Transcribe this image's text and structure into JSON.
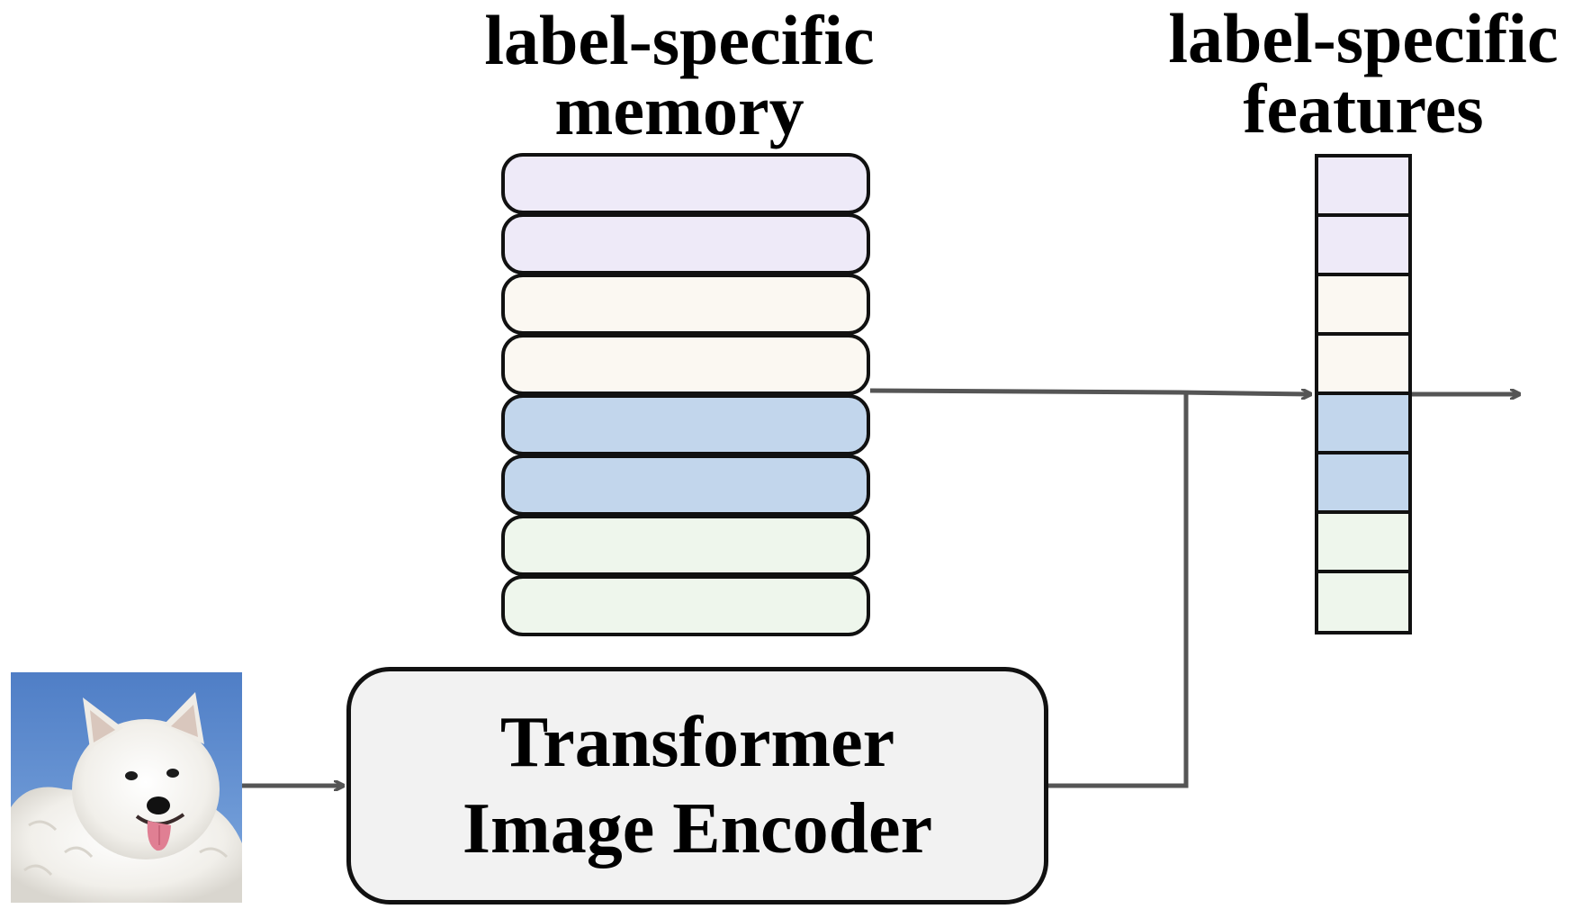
{
  "memory_title": [
    "label-specific",
    "memory"
  ],
  "features_title": [
    "label-specific",
    "features"
  ],
  "encoder_label": [
    "Transformer",
    "Image Encoder"
  ],
  "memory_rows": [
    {
      "color": "#eeeaf8"
    },
    {
      "color": "#eeeaf8"
    },
    {
      "color": "#fbf8f2"
    },
    {
      "color": "#fbf8f2"
    },
    {
      "color": "#c2d6ec"
    },
    {
      "color": "#c2d6ec"
    },
    {
      "color": "#eef6ec"
    },
    {
      "color": "#eef6ec"
    }
  ],
  "feature_cells": [
    {
      "color": "#eeeaf8"
    },
    {
      "color": "#eeeaf8"
    },
    {
      "color": "#fbf8f2"
    },
    {
      "color": "#fbf8f2"
    },
    {
      "color": "#c2d6ec"
    },
    {
      "color": "#c2d6ec"
    },
    {
      "color": "#eef6ec"
    },
    {
      "color": "#eef6ec"
    }
  ],
  "colors": {
    "arrow": "#555555",
    "encoder_fill": "#f2f2f2",
    "outline": "#111111",
    "photo_sky": "#5f8fd0"
  },
  "icons": {
    "input_image": "samoyed-dog-photo"
  }
}
